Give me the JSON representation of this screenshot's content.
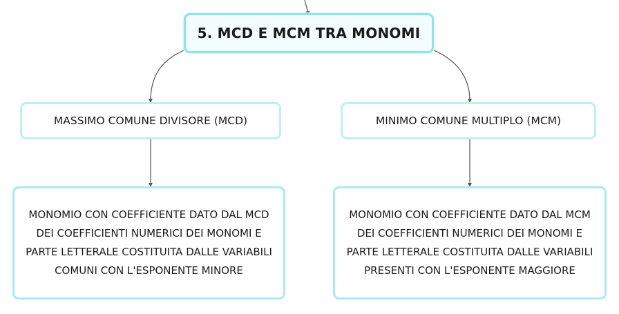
{
  "root": {
    "label": "5. MCD E MCM TRA MONOMI"
  },
  "branches": [
    {
      "label": "MASSIMO COMUNE DIVISORE (MCD)",
      "description": "MONOMIO CON COEFFICIENTE DATO DAL MCD DEI COEFFICIENTI NUMERICI DEI MONOMI E PARTE LETTERALE COSTITUITA DALLE VARIABILI COMUNI CON L'ESPONENTE MINORE"
    },
    {
      "label": "MINIMO COMUNE MULTIPLO (MCM)",
      "description": "MONOMIO CON COEFFICIENTE DATO DAL MCM DEI COEFFICIENTI NUMERICI DEI MONOMI E PARTE LETTERALE COSTITUITA DALLE VARIABILI PRESENTI CON L'ESPONENTE MAGGIORE"
    }
  ],
  "colors": {
    "node_border": "#8fe3ea",
    "connector": "#555555"
  }
}
